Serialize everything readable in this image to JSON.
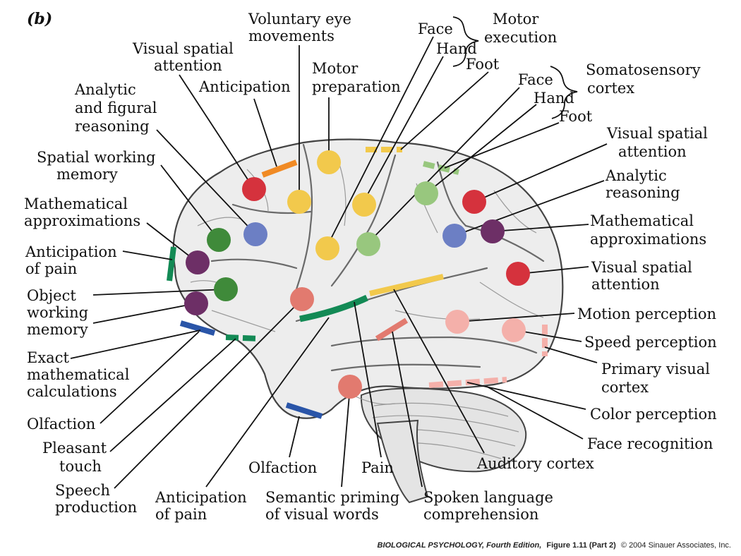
{
  "panel_label": "(b)",
  "colors": {
    "red": "#d5323d",
    "yellow": "#f2c94c",
    "green": "#3f8a3a",
    "light_green": "#98c77e",
    "blue": "#6c7fc4",
    "purple": "#6d2f66",
    "salmon": "#e27a6f",
    "pink": "#f4b0aa",
    "orange": "#f08a24",
    "teal": "#138a55",
    "dark_blue": "#2a55a8"
  },
  "labels": {
    "voluntary_eye_1": "Voluntary eye",
    "voluntary_eye_2": "movements",
    "face_motor": "Face",
    "hand_motor": "Hand",
    "foot_motor": "Foot",
    "motor_exec_1": "Motor",
    "motor_exec_2": "execution",
    "visual_spatial_left_1": "Visual spatial",
    "visual_spatial_left_2": "attention",
    "anticipation": "Anticipation",
    "motor_prep_1": "Motor",
    "motor_prep_2": "preparation",
    "face_somato": "Face",
    "hand_somato": "Hand",
    "foot_somato": "Foot",
    "somato_1": "Somatosensory",
    "somato_2": "cortex",
    "analytic_figural_1": "Analytic",
    "analytic_figural_2": "and figural",
    "analytic_figural_3": "reasoning",
    "spatial_wm_1": "Spatial working",
    "spatial_wm_2": "memory",
    "visual_spatial_right1_1": "Visual spatial",
    "visual_spatial_right1_2": "attention",
    "analytic_right_1": "Analytic",
    "analytic_right_2": "reasoning",
    "math_approx_left_1": "Mathematical",
    "math_approx_left_2": "approximations",
    "math_approx_right_1": "Mathematical",
    "math_approx_right_2": "approximations",
    "anticipation_pain_left_1": "Anticipation",
    "anticipation_pain_left_2": "of pain",
    "visual_spatial_right2_1": "Visual spatial",
    "visual_spatial_right2_2": "attention",
    "object_wm_1": "Object",
    "object_wm_2": "working",
    "object_wm_3": "memory",
    "motion_perception": "Motion perception",
    "speed_perception": "Speed perception",
    "exact_math_1": "Exact",
    "exact_math_2": "mathematical",
    "exact_math_3": "calculations",
    "primary_visual_1": "Primary visual",
    "primary_visual_2": "cortex",
    "olfaction_left": "Olfaction",
    "color_perception": "Color perception",
    "pleasant_touch_1": "Pleasant",
    "pleasant_touch_2": "touch",
    "face_recognition": "Face recognition",
    "speech_prod_1": "Speech",
    "speech_prod_2": "production",
    "olfaction_bottom": "Olfaction",
    "pain": "Pain",
    "auditory_cortex": "Auditory cortex",
    "anticipation_pain_bottom_1": "Anticipation",
    "anticipation_pain_bottom_2": "of pain",
    "semantic_priming_1": "Semantic priming",
    "semantic_priming_2": "of visual words",
    "spoken_lang_1": "Spoken language",
    "spoken_lang_2": "comprehension"
  },
  "credit": {
    "book": "BIOLOGICAL PSYCHOLOGY, Fourth Edition,",
    "figure": "Figure 1.11 (Part 2)",
    "copyright": "© 2004 Sinauer Associates, Inc."
  }
}
